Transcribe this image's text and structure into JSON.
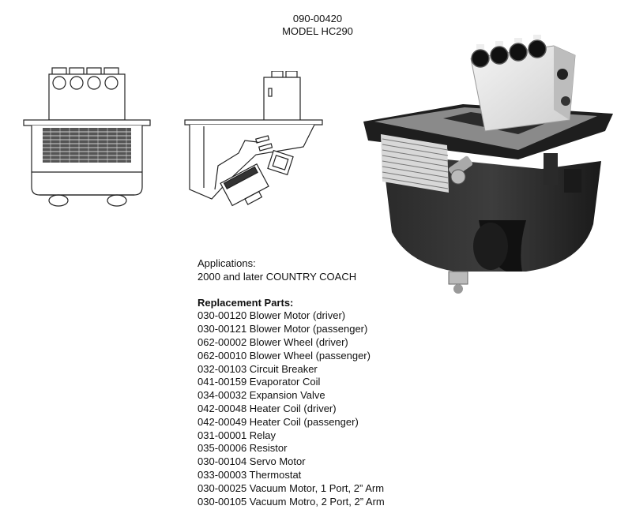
{
  "header": {
    "part_number": "090-00420",
    "model": "MODEL HC290"
  },
  "applications": {
    "heading": "Applications:",
    "value": "2000 and later COUNTRY COACH"
  },
  "replacement_parts": {
    "heading": "Replacement Parts:",
    "items": [
      "030-00120 Blower Motor (driver)",
      "030-00121 Blower Motor (passenger)",
      "062-00002 Blower Wheel (driver)",
      "062-00010 Blower Wheel (passenger)",
      "032-00103 Circuit Breaker",
      "041-00159 Evaporator Coil",
      "034-00032 Expansion Valve",
      "042-00048 Heater Coil (driver)",
      "042-00049 Heater Coil (passenger)",
      "031-00001 Relay",
      "035-00006 Resistor",
      "030-00104 Servo Motor",
      "033-00003 Thermostat",
      "030-00025 Vacuum Motor, 1 Port, 2” Arm",
      "030-00105 Vacuum Motro, 2 Port, 2” Arm"
    ]
  }
}
